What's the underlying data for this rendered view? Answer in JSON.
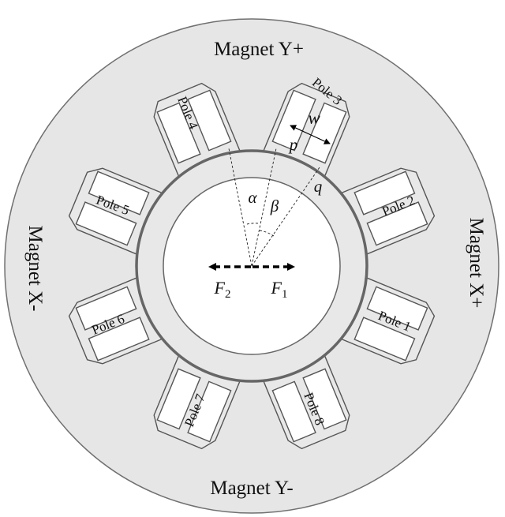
{
  "magnets": {
    "top": "Magnet Y+",
    "bottom": "Magnet Y-",
    "left": "Magnet X-",
    "right": "Magnet X+"
  },
  "poles": [
    "Pole 1",
    "Pole 2",
    "Pole 3",
    "Pole 4",
    "Pole 5",
    "Pole 6",
    "Pole 7",
    "Pole 8"
  ],
  "symbols": {
    "alpha": "α",
    "beta": "β",
    "p": "p",
    "q": "q",
    "w": "w",
    "f1": "F",
    "f1_sub": "1",
    "f2": "F",
    "f2_sub": "2"
  }
}
